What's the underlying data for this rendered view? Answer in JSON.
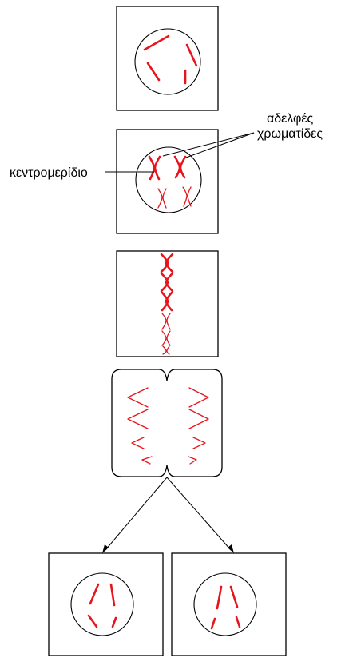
{
  "labels": {
    "centromere": "κεντρομερίδιο",
    "sister_chromatids_line1": "αδελφές",
    "sister_chromatids_line2": "χρωματίδες"
  },
  "colors": {
    "chromosome": "#e8141c",
    "outline": "#000000",
    "background": "#ffffff"
  }
}
